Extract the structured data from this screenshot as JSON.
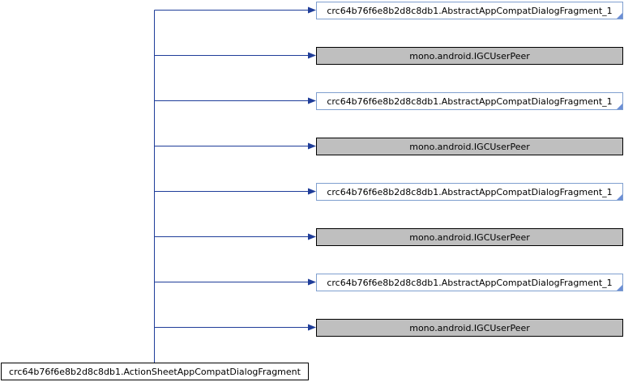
{
  "diagram": {
    "kind": "inheritance-graph",
    "colors": {
      "edge": "#1f3d99",
      "link_fill": "#ffffff",
      "link_stroke": "#7f9fcf",
      "link_corner": "#6b8ed6",
      "external_fill": "#bfbfbf",
      "external_stroke": "#000000",
      "root_fill": "#ffffff",
      "root_stroke": "#000000"
    },
    "root": {
      "label": "crc64b76f6e8b2d8c8db1.ActionSheetAppCompatDialogFragment"
    },
    "bases": [
      {
        "label": "crc64b76f6e8b2d8c8db1.AbstractAppCompatDialogFragment_1",
        "style": "link"
      },
      {
        "label": "mono.android.IGCUserPeer",
        "style": "external"
      },
      {
        "label": "crc64b76f6e8b2d8c8db1.AbstractAppCompatDialogFragment_1",
        "style": "link"
      },
      {
        "label": "mono.android.IGCUserPeer",
        "style": "external"
      },
      {
        "label": "crc64b76f6e8b2d8c8db1.AbstractAppCompatDialogFragment_1",
        "style": "link"
      },
      {
        "label": "mono.android.IGCUserPeer",
        "style": "external"
      },
      {
        "label": "crc64b76f6e8b2d8c8db1.AbstractAppCompatDialogFragment_1",
        "style": "link"
      },
      {
        "label": "mono.android.IGCUserPeer",
        "style": "external"
      }
    ]
  }
}
